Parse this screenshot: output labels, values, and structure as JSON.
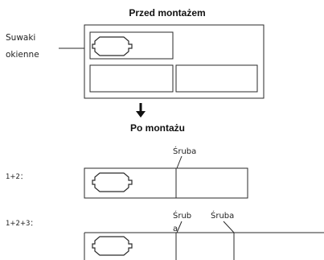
{
  "before": {
    "title": "Przed montażem",
    "label_line1": "Suwaki",
    "label_line2": "okienne"
  },
  "after": {
    "title": "Po montażu",
    "step1": {
      "label": "1+2：",
      "screw": "Śruba"
    },
    "step2": {
      "label": "1+2+3：",
      "screw_a_line1": "Śrub",
      "screw_a_line2": "a",
      "screw_b": "Śruba"
    }
  }
}
